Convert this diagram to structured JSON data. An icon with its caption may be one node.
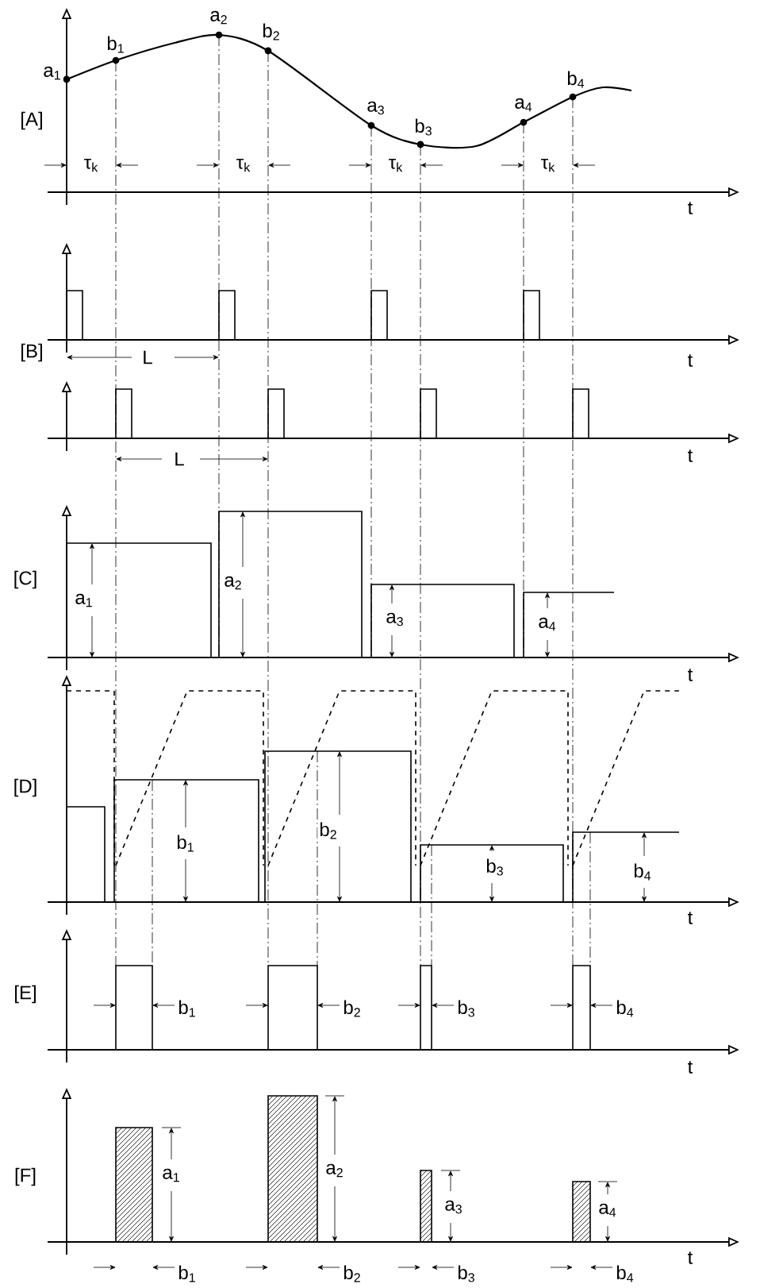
{
  "diagram": {
    "labels": [
      "a$_{1}$",
      "b$_{1}$",
      "a$_{2}$",
      "b$_{2}$",
      "[A]",
      "a$_{3}$",
      "b$_{3}$",
      "a$_{4}$",
      "b$_{4}$",
      "τ$_{k}$",
      "τ$_{k}$",
      "τ$_{k}$",
      "τ$_{k}$",
      "t",
      "[B]",
      "L",
      "t",
      "L",
      "t",
      "[C]",
      "a$_{1}$",
      "a$_{2}$",
      "a$_{3}$",
      "a$_{4}$",
      "t",
      "[D]",
      "b$_{1}$",
      "b$_{2}$",
      "b$_{3}$",
      "b$_{4}$",
      "t",
      "[E]",
      "b$_{1}$",
      "b$_{2}$",
      "b$_{3}$",
      "b$_{4}$",
      "t",
      "[F]",
      "a$_{1}$",
      "a$_{2}$",
      "a$_{3}$",
      "a$_{4}$",
      "b$_{1}$",
      "b$_{2}$",
      "b$_{3}$",
      "b$_{4}$",
      "t"
    ]
  }
}
